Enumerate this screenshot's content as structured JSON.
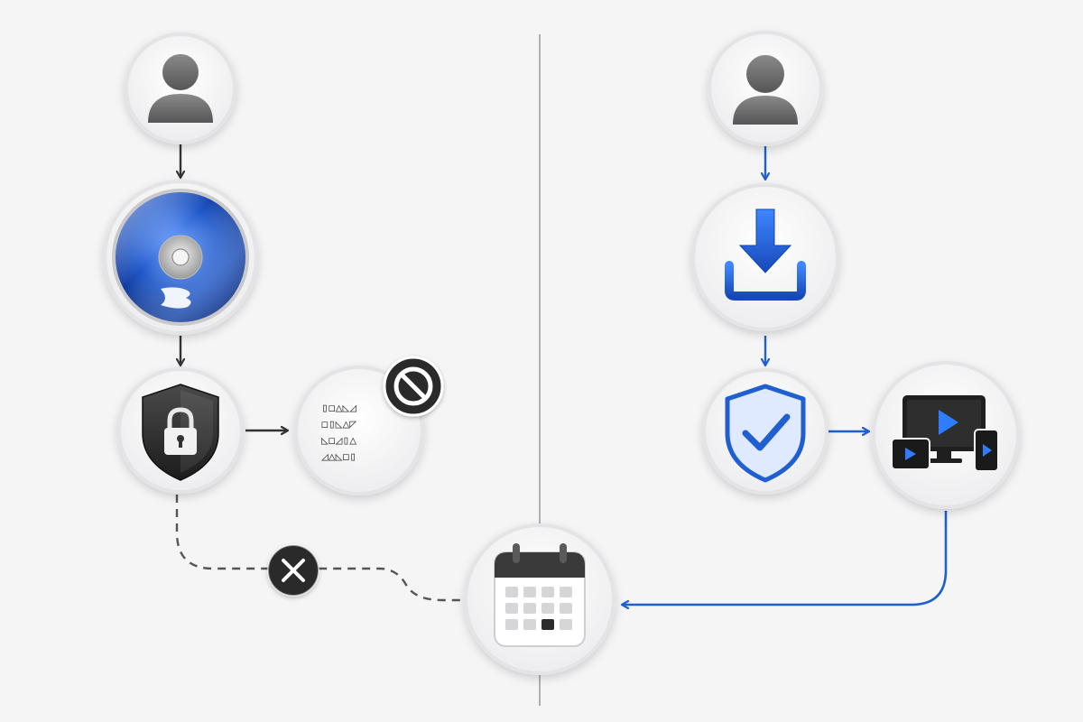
{
  "colors": {
    "background": "#f5f5f6",
    "accent_blue": "#1f5fd0",
    "dark_gray": "#333333",
    "mid_gray": "#6b6b6b",
    "node_fill": "#ffffff",
    "node_ring": "#e6e6e8"
  },
  "diagram": {
    "layout": "two-column flow with shared destination",
    "left_flow": {
      "nodes": [
        {
          "id": "user",
          "icon": "user-icon"
        },
        {
          "id": "disc",
          "icon": "blu-ray-disc-icon"
        },
        {
          "id": "drm",
          "icon": "locked-shield-icon"
        },
        {
          "id": "scrambled",
          "icon": "scrambled-data-icon",
          "badge": "blocked-icon"
        }
      ],
      "edges": [
        {
          "from": "user",
          "to": "disc",
          "style": "solid",
          "color": "dark"
        },
        {
          "from": "disc",
          "to": "drm",
          "style": "solid",
          "color": "dark"
        },
        {
          "from": "drm",
          "to": "scrambled",
          "style": "solid",
          "color": "dark"
        },
        {
          "from": "drm",
          "to": "calendar",
          "style": "dashed",
          "color": "dark",
          "marker": "x-circle-icon"
        }
      ]
    },
    "right_flow": {
      "nodes": [
        {
          "id": "user2",
          "icon": "user-icon"
        },
        {
          "id": "download",
          "icon": "download-icon"
        },
        {
          "id": "verified",
          "icon": "verified-shield-icon"
        },
        {
          "id": "devices",
          "icon": "multi-device-icon"
        }
      ],
      "edges": [
        {
          "from": "user2",
          "to": "download",
          "style": "solid",
          "color": "blue"
        },
        {
          "from": "download",
          "to": "verified",
          "style": "solid",
          "color": "blue"
        },
        {
          "from": "verified",
          "to": "devices",
          "style": "solid",
          "color": "blue"
        },
        {
          "from": "devices",
          "to": "calendar",
          "style": "solid",
          "color": "blue"
        }
      ]
    },
    "shared_node": {
      "id": "calendar",
      "icon": "calendar-icon"
    },
    "divider": "vertical-divider"
  },
  "scramble_rows": [
    "▯◻△◺◿",
    "◻▯◺△◸",
    "◺◻◿▯△",
    "◿△◺◻▯"
  ]
}
